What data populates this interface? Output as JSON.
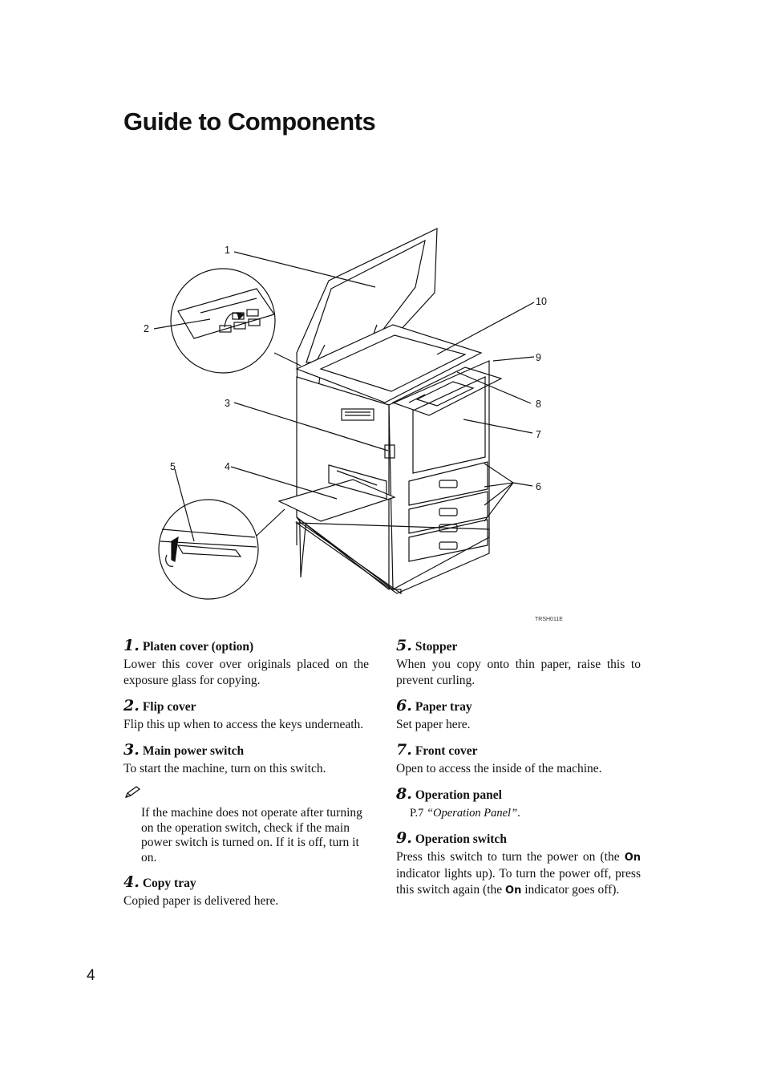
{
  "page": {
    "title": "Guide to Components",
    "page_number": "4",
    "figure_code": "TRSH011E"
  },
  "figure": {
    "callouts": [
      "1",
      "2",
      "3",
      "4",
      "5",
      "6",
      "7",
      "8",
      "9",
      "10"
    ]
  },
  "items": [
    {
      "num": "1.",
      "title": "Platen cover (option)",
      "desc": "Lower this cover over originals placed on the exposure glass for copying."
    },
    {
      "num": "2.",
      "title": "Flip cover",
      "desc": "Flip this up when to access the keys underneath."
    },
    {
      "num": "3.",
      "title": "Main power switch",
      "desc": "To start the machine, turn on this switch."
    },
    {
      "note": "If the machine does not operate after turning on the operation switch, check if the main power switch is turned on. If it is off, turn it on.",
      "note_icon": "pencil-note-icon"
    },
    {
      "num": "4.",
      "title": "Copy tray",
      "desc": "Copied paper is delivered here."
    },
    {
      "num": "5.",
      "title": "Stopper",
      "desc": "When you copy onto thin paper, raise this to prevent curling."
    },
    {
      "num": "6.",
      "title": "Paper tray",
      "desc": "Set paper here."
    },
    {
      "num": "7.",
      "title": "Front cover",
      "desc": "Open to access the inside of the machine."
    },
    {
      "num": "8.",
      "title": "Operation panel",
      "ref_prefix": "P.7 ",
      "ref_title": "“Operation Panel”",
      "ref_suffix": "."
    },
    {
      "num": "9.",
      "title": "Operation switch",
      "desc_a": "Press this switch to turn the power on (the ",
      "ind_a": "On",
      "desc_b": " indicator lights up). To turn the power off, press this switch again (the ",
      "ind_b": "On",
      "desc_c": " indicator goes off)."
    }
  ]
}
